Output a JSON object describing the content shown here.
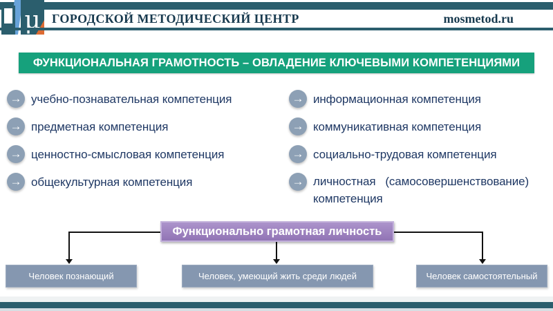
{
  "header": {
    "title": "ГОРОДСКОЙ МЕТОДИЧЕСКИЙ ЦЕНТР",
    "site": "mosmetod.ru"
  },
  "banner": {
    "text": "ФУНКЦИОНАЛЬНАЯ ГРАМОТНОСТЬ – ОВЛАДЕНИЕ КЛЮЧЕВЫМИ КОМПЕТЕНЦИЯМИ"
  },
  "competencies": {
    "left": [
      {
        "text": "учебно-познавательная компетенция"
      },
      {
        "text": "предметная компетенция"
      },
      {
        "text": "ценностно-смысловая компетенция"
      },
      {
        "text": "общекультурная компетенция"
      }
    ],
    "right": [
      {
        "text": "информационная компетенция"
      },
      {
        "text": "коммуникативная компетенция"
      },
      {
        "text": "социально-трудовая компетенция"
      },
      {
        "text": "личностная   (самосовершенствование)",
        "text2": "компетенция"
      }
    ]
  },
  "diagram": {
    "root": {
      "label": "Функционально грамотная личность"
    },
    "children": [
      {
        "label": "Человек познающий"
      },
      {
        "label": "Человек, умеющий жить среди людей"
      },
      {
        "label": "Человек самостоятельный"
      }
    ]
  },
  "colors": {
    "teal": "#2B5E6D",
    "green": "#16A17C",
    "bullet_circle": "#8DA0B5",
    "bullet_text": "#1F3864",
    "purple": "#9C80BE",
    "gray_box": "#8597B0"
  }
}
